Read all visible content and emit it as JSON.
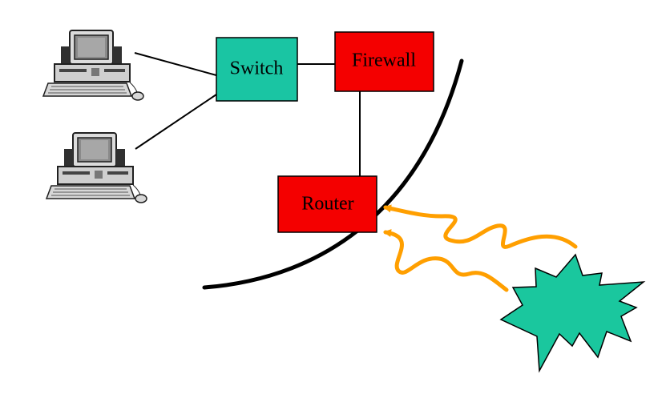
{
  "nodes": {
    "switch": {
      "label": "Switch"
    },
    "firewall": {
      "label": "Firewall"
    },
    "router": {
      "label": "Router"
    }
  },
  "colors": {
    "switch": "#1ac5a3",
    "firewall": "#f40000",
    "router": "#f40000",
    "attacker": "#1ac79e",
    "signal": "#ff9f00",
    "links": "#000000",
    "boundary": "#000000"
  },
  "icons": {
    "computer_top": "desktop-computer-icon",
    "computer_bottom": "desktop-computer-icon",
    "attacker": "attacker-starburst-icon"
  }
}
